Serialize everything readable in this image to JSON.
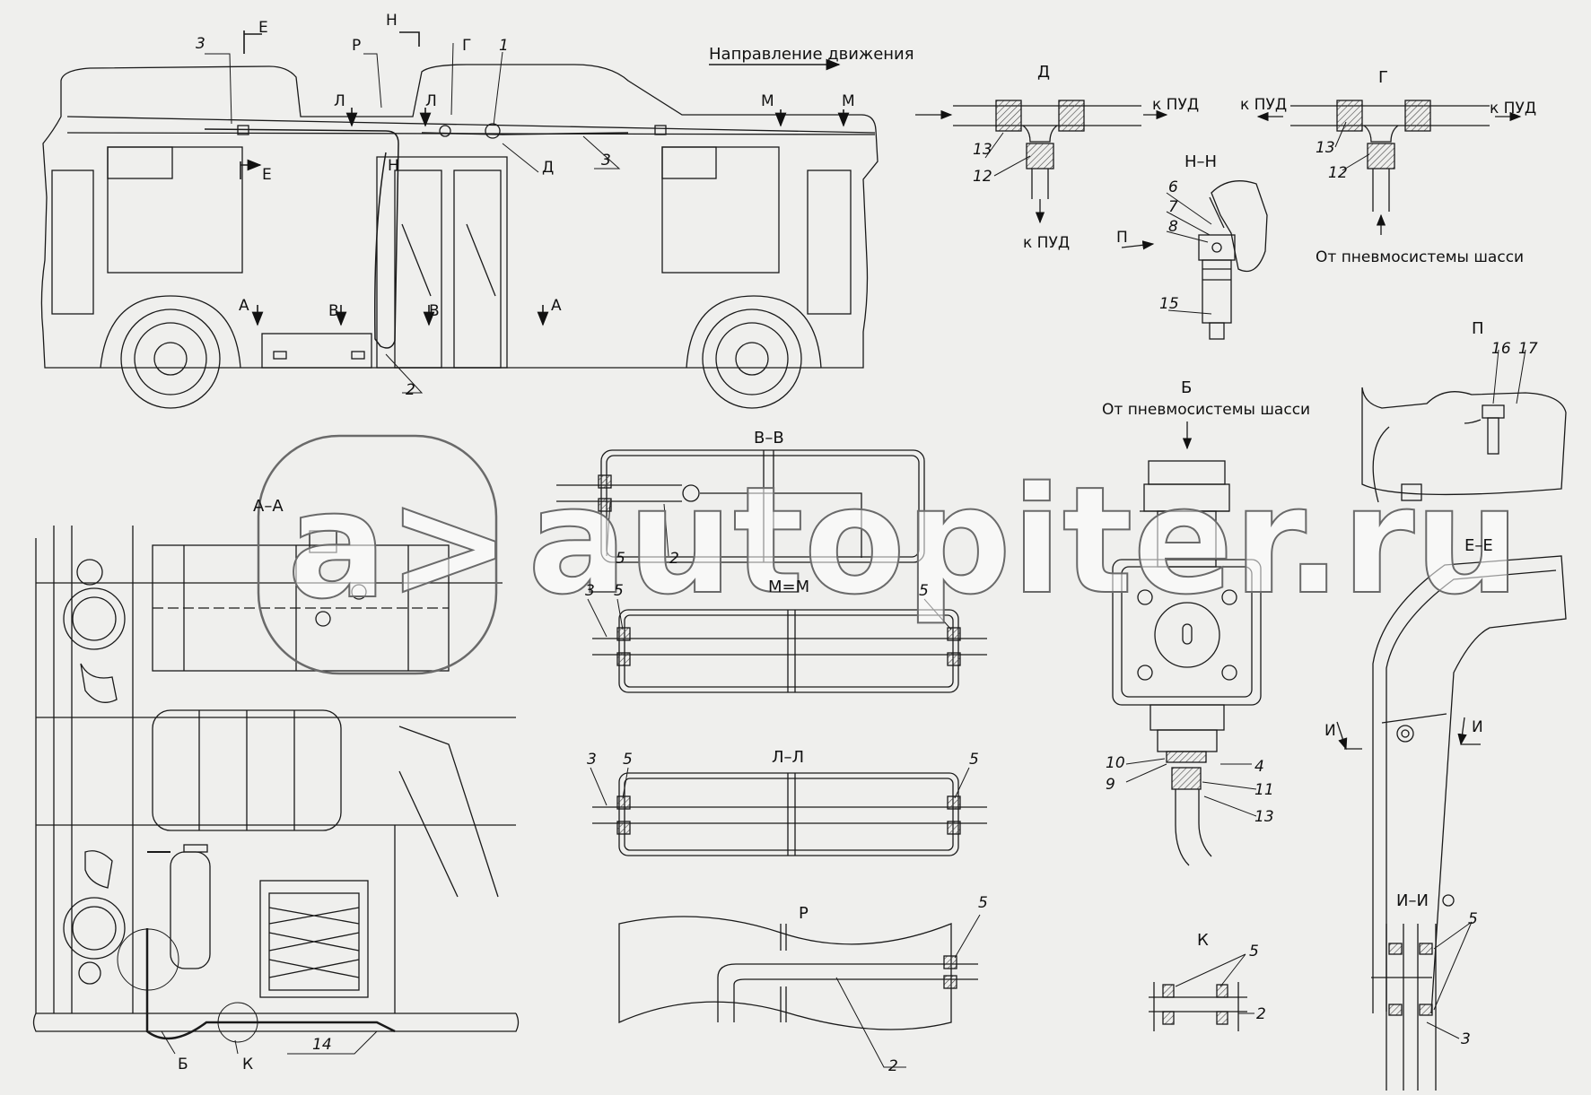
{
  "watermark": {
    "text": "autopiter.ru",
    "logo_text": "a>"
  },
  "direction_label": "Направление движения",
  "bus_view": {
    "labels": {
      "E1": "E",
      "E2": "E",
      "H_top": "H",
      "P": "P",
      "G": "Г",
      "n1": "1",
      "n3a": "3",
      "n3b": "3",
      "L1": "Л",
      "L2": "Л",
      "M1": "M",
      "M2": "M",
      "H2": "H",
      "D": "Д",
      "A1": "A",
      "A2": "A",
      "B1": "B",
      "B2": "B",
      "n2": "2"
    }
  },
  "view_D": {
    "title": "Д",
    "to_pud_right": "к ПУД",
    "to_pud_down": "к ПУД",
    "n13": "13",
    "n12": "12"
  },
  "view_G": {
    "title": "Г",
    "to_pud_left": "к ПУД",
    "to_pud_right": "к ПУД",
    "n13": "13",
    "n12": "12",
    "from_chassis": "От пневмосистемы шасси"
  },
  "section_HH": {
    "title": "H–H",
    "n6": "6",
    "n7": "7",
    "n8": "8",
    "n15": "15",
    "arrow_P": "П"
  },
  "view_P": {
    "title": "П",
    "n16": "16",
    "n17": "17"
  },
  "section_AA": {
    "title": "A–A",
    "B_label": "Б",
    "K_label": "К",
    "n14": "14"
  },
  "section_BB": {
    "title": "B–B",
    "n5": "5",
    "n2": "2"
  },
  "section_MM": {
    "title": "M=M",
    "n3": "3",
    "n5a": "5",
    "n5b": "5"
  },
  "section_LL": {
    "title": "Л–Л",
    "n3": "3",
    "n5a": "5",
    "n5b": "5"
  },
  "view_R": {
    "title": "P",
    "n5": "5",
    "n2": "2"
  },
  "view_B": {
    "title": "Б",
    "from_chassis": "От пневмосистемы шасси",
    "n10": "10",
    "n9": "9",
    "n4": "4",
    "n11": "11",
    "n13": "13"
  },
  "section_EE": {
    "title": "E–E",
    "I1": "И",
    "I2": "И"
  },
  "view_K": {
    "title": "К",
    "n5": "5",
    "n2": "2"
  },
  "section_II": {
    "title": "И–И",
    "n5": "5",
    "n3": "3"
  },
  "colors": {
    "background": "#efefed",
    "line": "#1a1a1a",
    "hatch": "#555555",
    "watermark_stroke": "#6a6a6a"
  }
}
